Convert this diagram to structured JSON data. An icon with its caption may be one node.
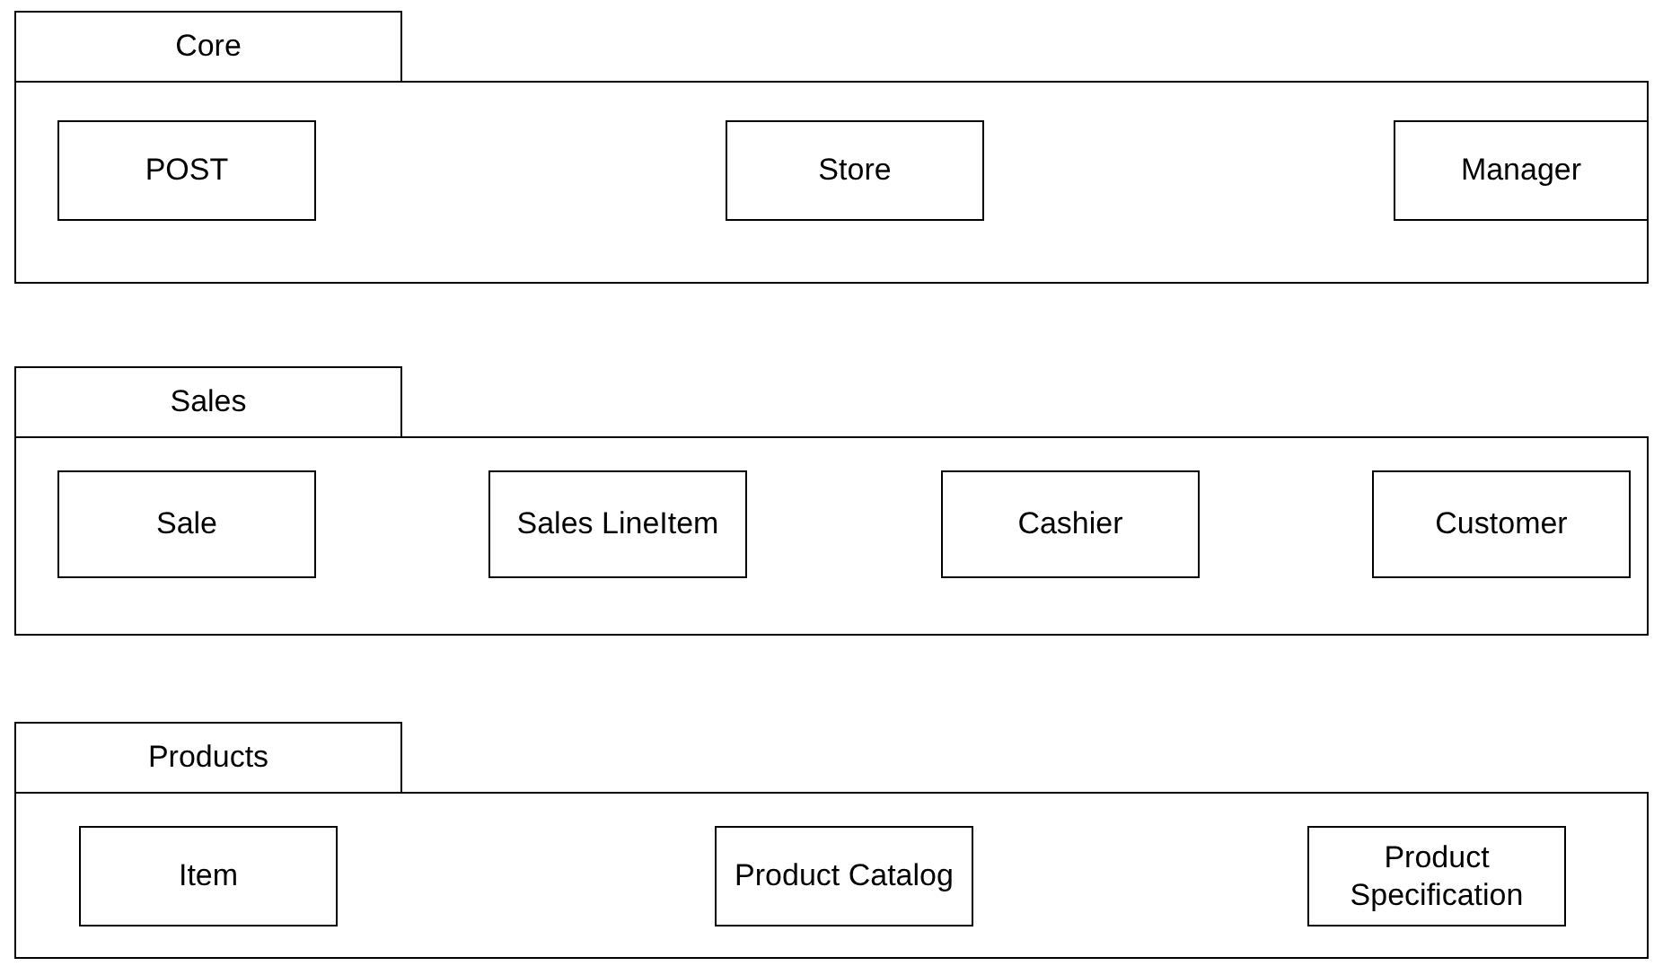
{
  "diagram": {
    "nodes": [
      {
        "text": [
          "Core"
        ]
      },
      {
        "text": [
          "POST"
        ],
        "in": 0
      },
      {
        "text": [
          "Store"
        ],
        "in": 0
      },
      {
        "text": [
          "Manager"
        ],
        "in": 0
      },
      {
        "text": [
          "Sales"
        ]
      },
      {
        "text": [
          "Sale"
        ],
        "in": 4
      },
      {
        "text": [
          "Sales LineItem"
        ],
        "in": 4
      },
      {
        "text": [
          "Cashier"
        ],
        "in": 4
      },
      {
        "text": [
          "Customer"
        ],
        "in": 4
      },
      {
        "text": [
          "Products"
        ]
      },
      {
        "text": [
          "Item"
        ],
        "in": 9
      },
      {
        "text": [
          "Product Catalog"
        ],
        "in": 9
      },
      {
        "text": [
          "Product Specification"
        ],
        "in": 9
      }
    ]
  }
}
